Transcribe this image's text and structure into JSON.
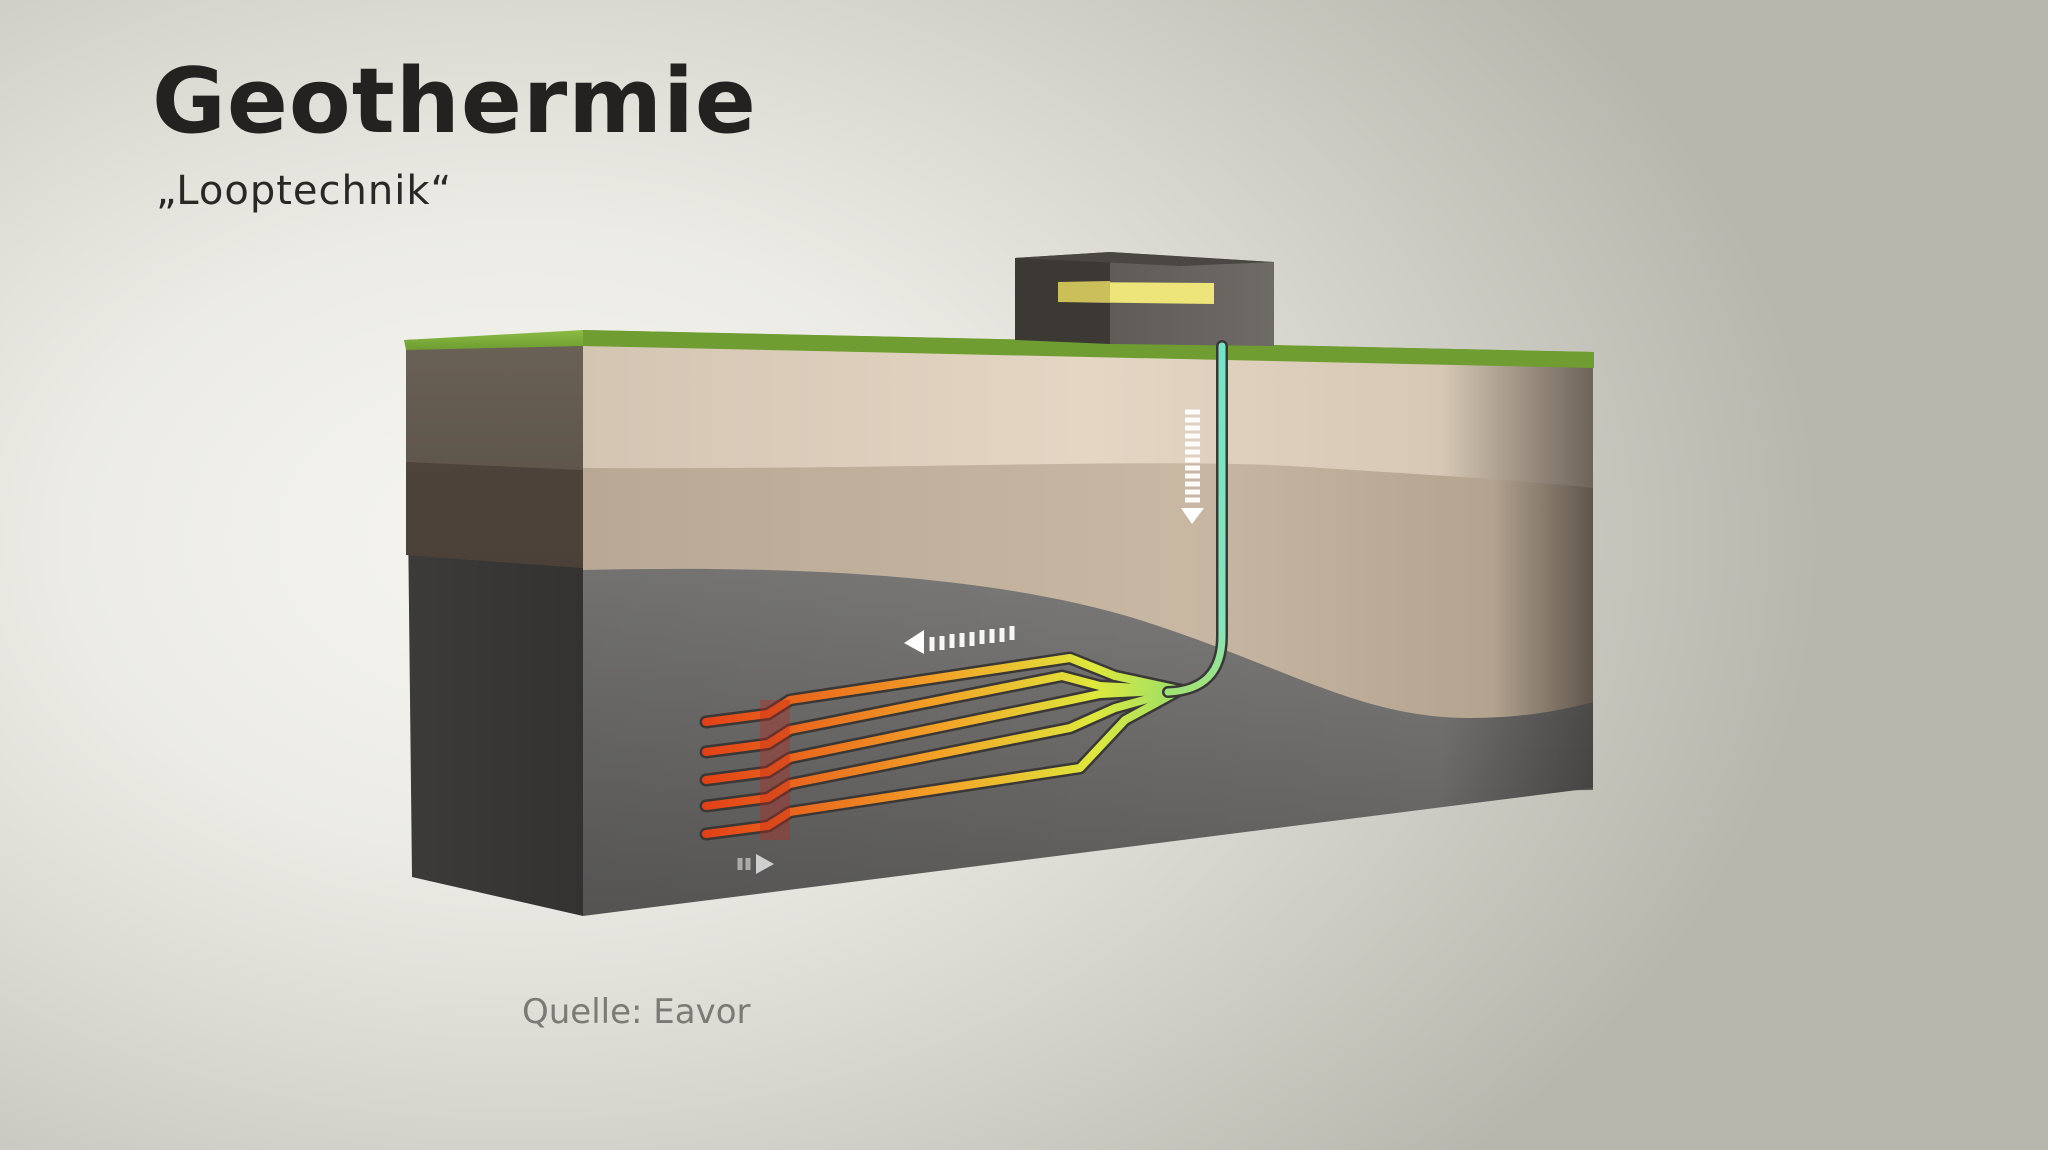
{
  "header": {
    "title": "Geothermie",
    "subtitle": "„Looptechnik“"
  },
  "footer": {
    "source": "Quelle: Eavor"
  },
  "colors": {
    "grass": "#7fae3a",
    "cold_fluid": "#7fe4cc",
    "warm_fluid": "#e8e83a",
    "hot_fluid": "#e0501a",
    "rock": "#6e6e6e",
    "sediment": "#c9b8a2",
    "plant_light": "#e7e27a"
  },
  "icons": [
    "flow-arrow-down",
    "flow-arrow-left",
    "flow-arrow-right"
  ]
}
